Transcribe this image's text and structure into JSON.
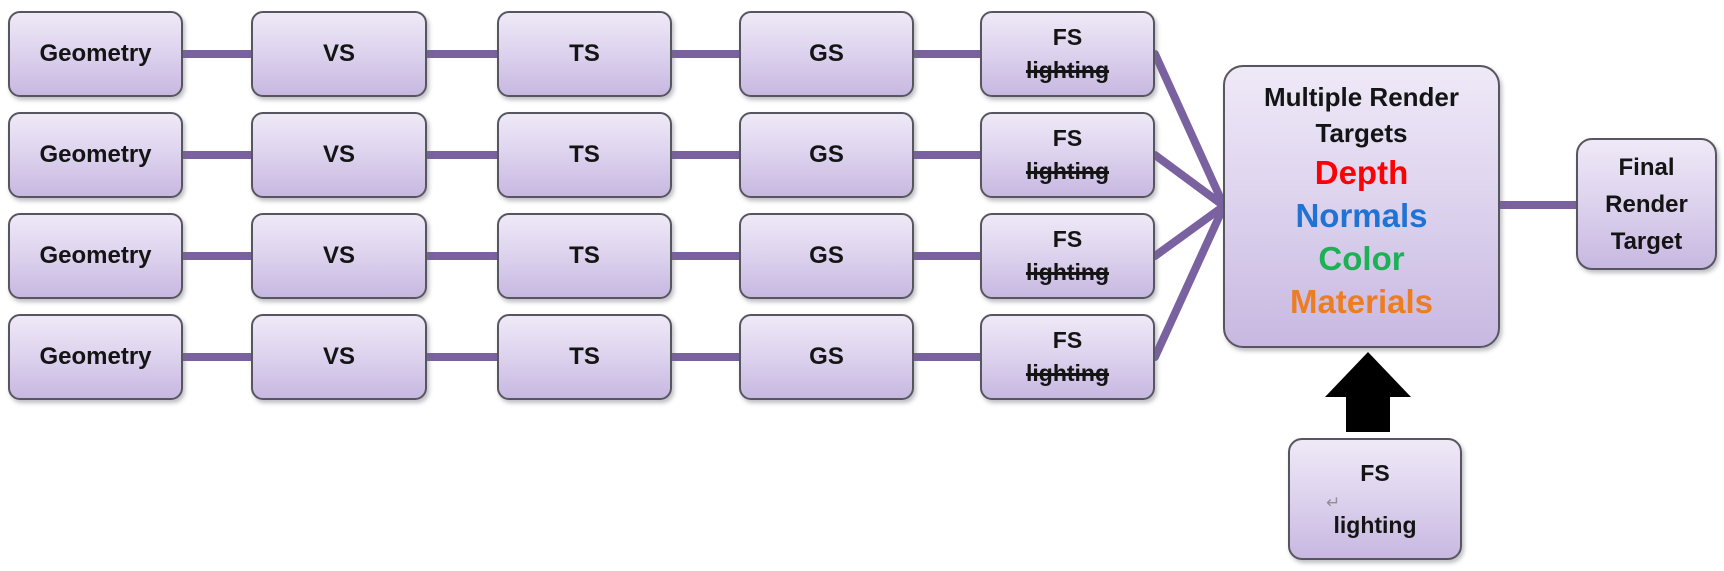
{
  "diagram": {
    "rows": [
      {
        "geometry": "Geometry",
        "vs": "VS",
        "ts": "TS",
        "gs": "GS",
        "fs_line1": "FS",
        "fs_line2": "lighting"
      },
      {
        "geometry": "Geometry",
        "vs": "VS",
        "ts": "TS",
        "gs": "GS",
        "fs_line1": "FS",
        "fs_line2": "lighting"
      },
      {
        "geometry": "Geometry",
        "vs": "VS",
        "ts": "TS",
        "gs": "GS",
        "fs_line1": "FS",
        "fs_line2": "lighting"
      },
      {
        "geometry": "Geometry",
        "vs": "VS",
        "ts": "TS",
        "gs": "GS",
        "fs_line1": "FS",
        "fs_line2": "lighting"
      }
    ],
    "mrt": {
      "title_line1": "Multiple Render",
      "title_line2": "Targets",
      "targets": [
        {
          "label": "Depth",
          "color": "#ff0004"
        },
        {
          "label": "Normals",
          "color": "#1e73d4"
        },
        {
          "label": "Color",
          "color": "#1db155"
        },
        {
          "label": "Materials",
          "color": "#ed7d22"
        }
      ]
    },
    "final_target": {
      "line1": "Final",
      "line2": "Render",
      "line3": "Target"
    },
    "bottom_fs": {
      "line1": "FS",
      "return_symbol": "↵",
      "line2": "lighting"
    },
    "colors": {
      "connector": "#7a61a0",
      "arrow": "#000000"
    }
  }
}
